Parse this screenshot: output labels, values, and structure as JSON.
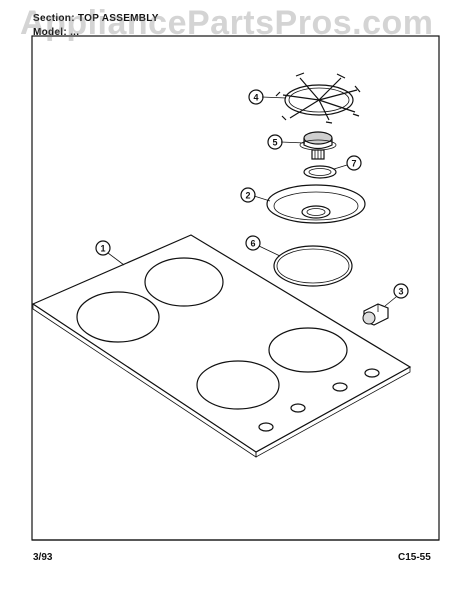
{
  "header": {
    "section_line": "Section: TOP ASSEMBLY",
    "model_line": "Model: ...",
    "watermark": "AppliancePartsPros.com"
  },
  "footer": {
    "date": "3/93",
    "page_code": "C15-55"
  },
  "callouts": [
    "1",
    "2",
    "3",
    "4",
    "5",
    "6",
    "7"
  ]
}
